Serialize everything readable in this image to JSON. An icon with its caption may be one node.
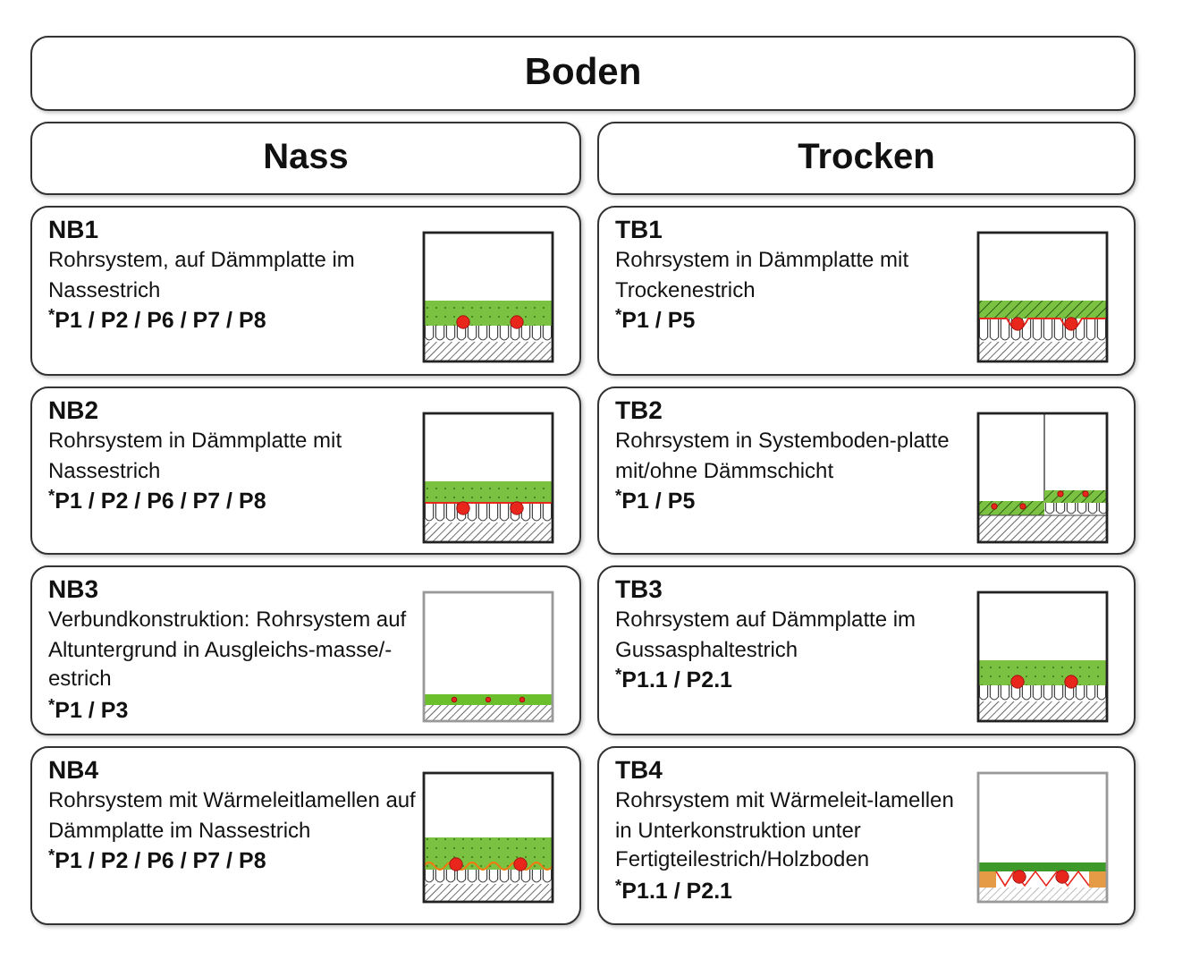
{
  "diagram": {
    "nodes": [
      {
        "text": [
          "Boden"
        ]
      },
      {
        "text": [
          "Nass"
        ]
      },
      {
        "text": [
          "Trocken"
        ]
      },
      {
        "text": [
          "NB1",
          "Rohrsystem, auf Dämmplatte im Nassestrich",
          "$^{*}$P1 / P2 / P6 / P7 / P8"
        ]
      },
      {
        "text": [
          "NB2",
          "Rohrsystem in Dämmplatte mit Nassestrich",
          "$^{*}$P1 / P2 / P6 / P7 / P8"
        ]
      },
      {
        "text": [
          "NB3",
          "Verbundkonstruktion: Rohrsystem auf Altuntergrund in Ausgleichs-masse/-estrich",
          "$^{*}$P1 / P3"
        ]
      },
      {
        "text": [
          "NB4",
          "Rohrsystem mit Wärmeleitlamellen auf Dämmplatte im Nassestrich",
          "$^{*}$P1 / P2 / P6 / P7 / P8"
        ]
      },
      {
        "text": [
          "TB1",
          "Rohrsystem in Dämmplatte mit Trockenestrich",
          "$^{*}$P1 / P5"
        ]
      },
      {
        "text": [
          "TB2",
          "Rohrsystem in Systemboden-platte mit/ohne Dämmschicht",
          "$^{*}$P1 / P5"
        ]
      },
      {
        "text": [
          "TB3",
          "Rohrsystem auf Dämmplatte im Gussasphaltestrich",
          "$^{*}$P1.1 / P2.1"
        ]
      },
      {
        "text": [
          "TB4",
          "Rohrsystem mit Wärmeleit-lamellen in Unterkonstruktion unter Fertigteilestrich/Holzboden",
          "$^{*}$P1.1 / P2.1"
        ]
      }
    ]
  }
}
